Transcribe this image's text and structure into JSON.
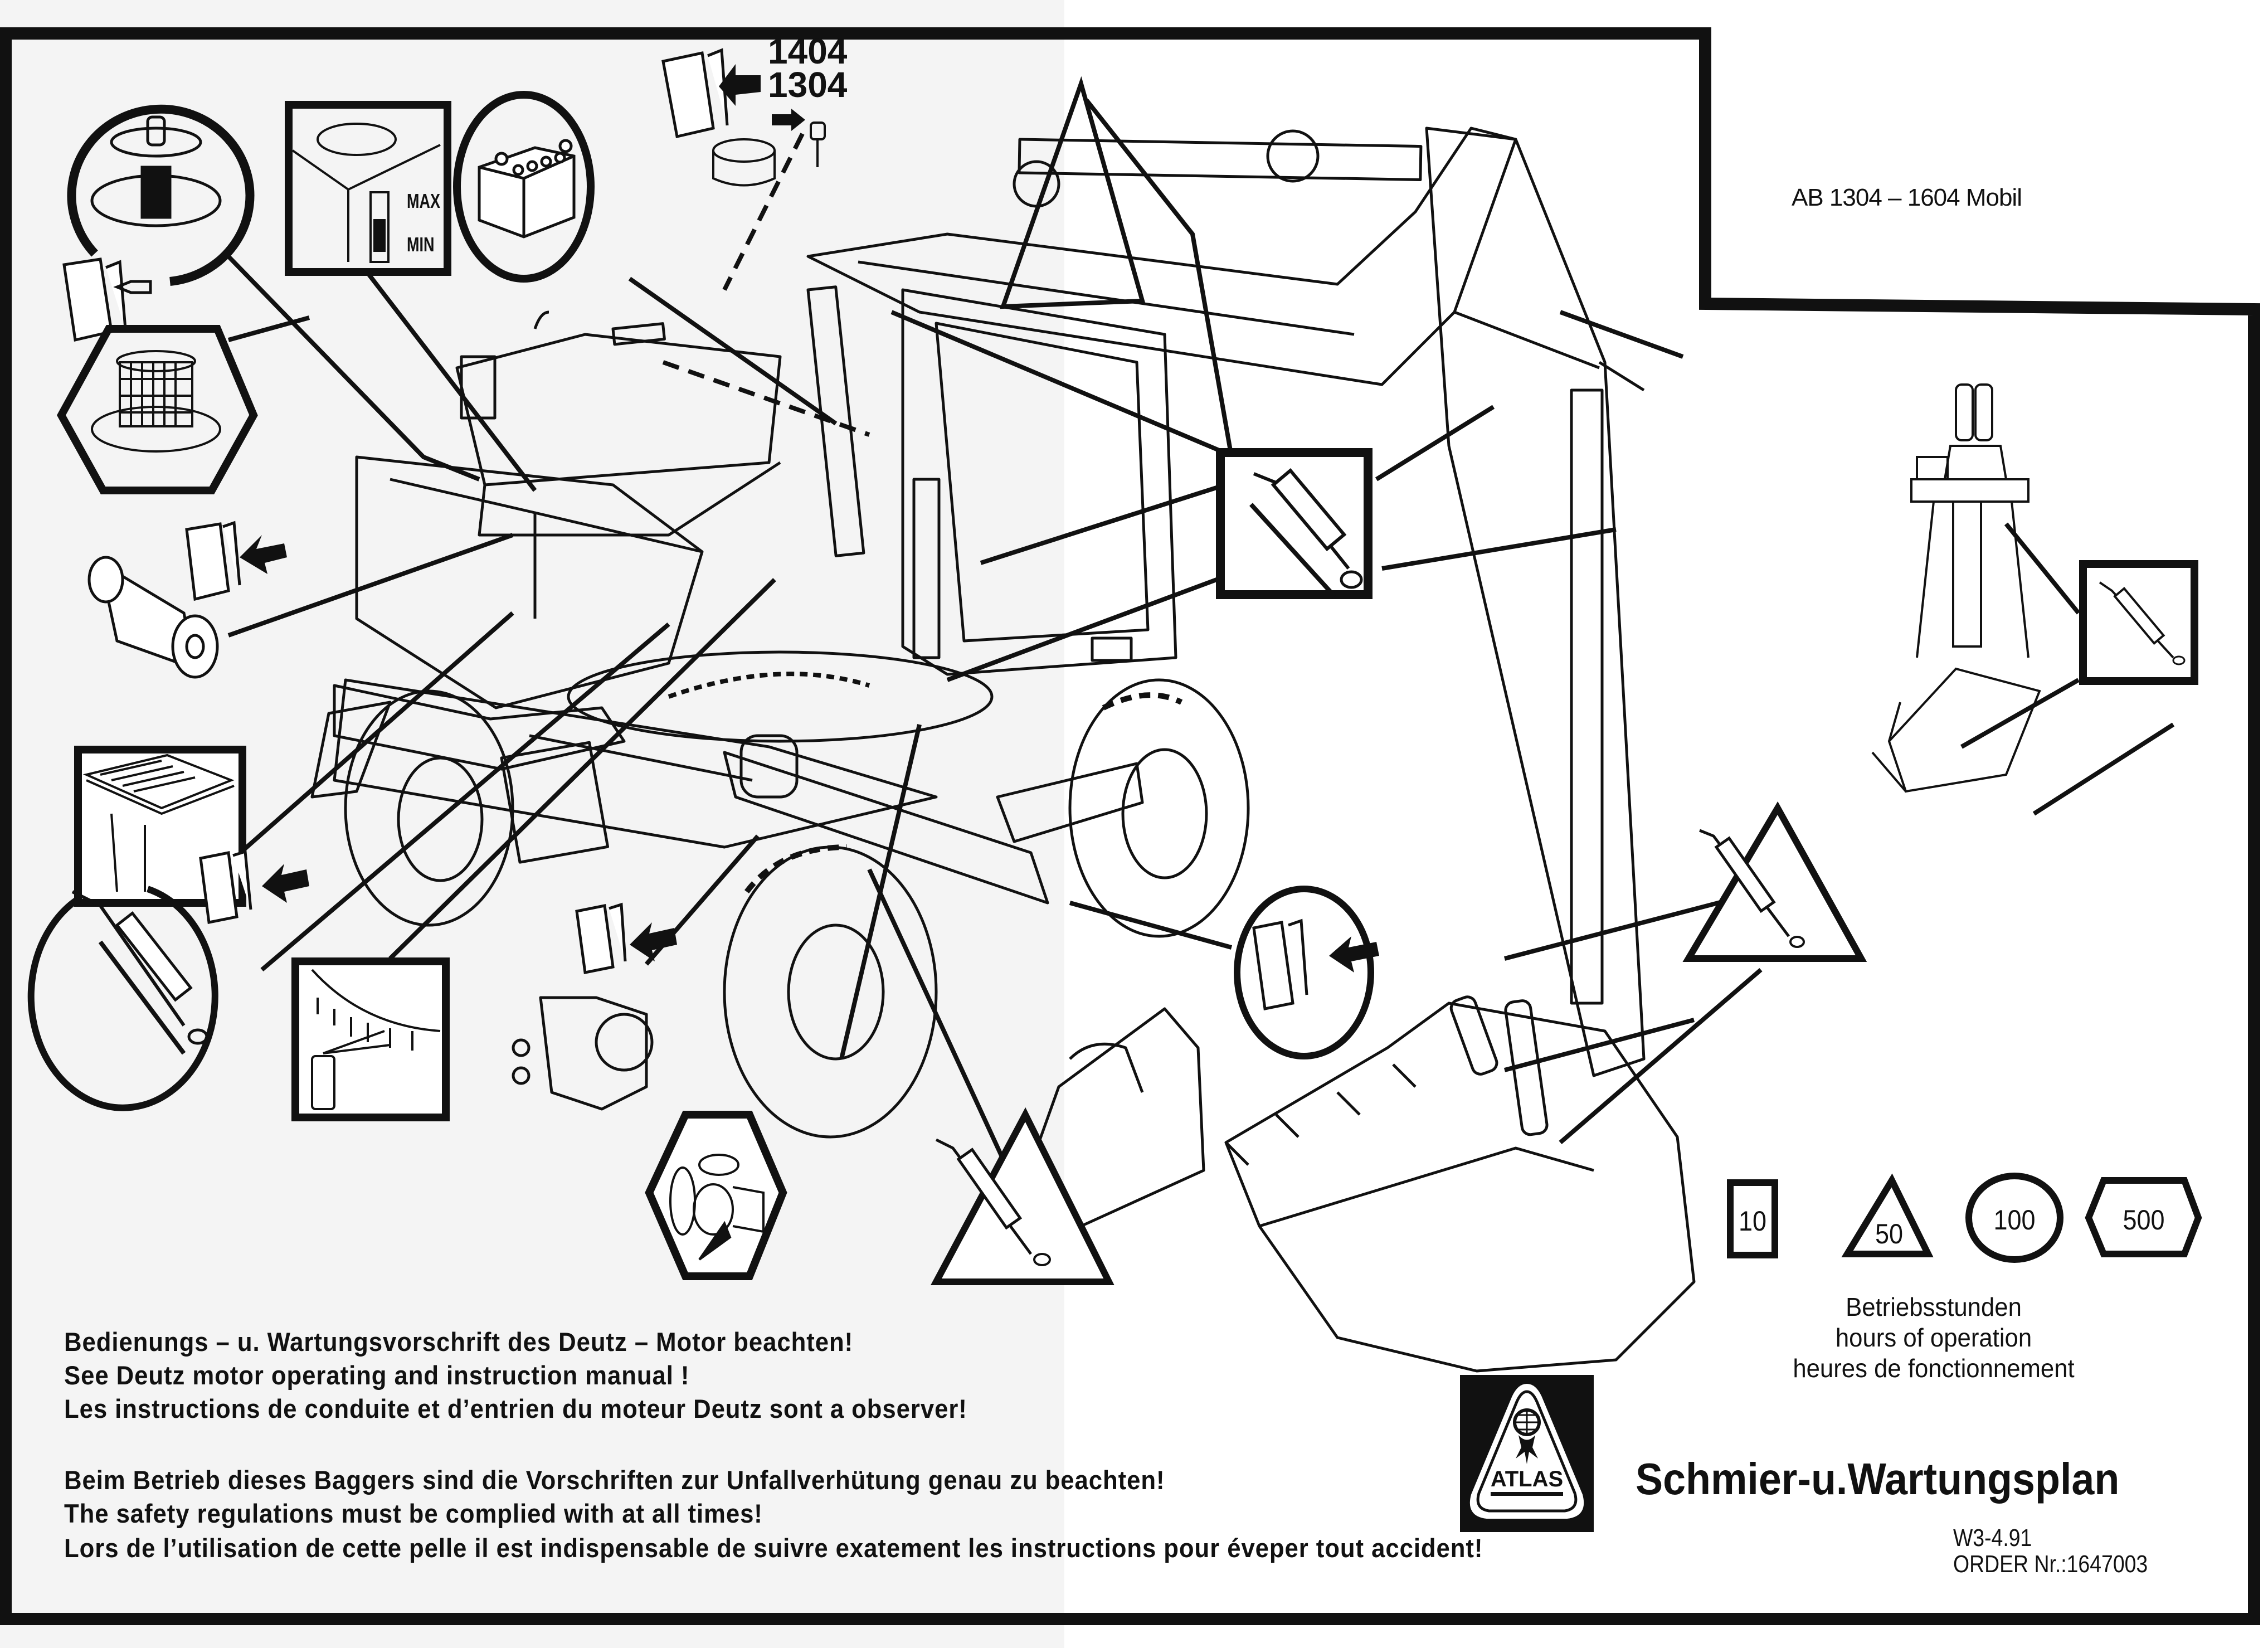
{
  "document": {
    "model_title": "AB 1304 – 1604 Mobil",
    "variant_labels": [
      "1404",
      "1304"
    ],
    "oil_level_labels": {
      "max": "MAX",
      "min": "MIN"
    },
    "callout_icons": [
      "air-filter-element-icon",
      "fuel-filter-screen-icon",
      "hydraulic-tank-level-icon",
      "battery-icon",
      "manual-reference-icon",
      "grease-gun-icon",
      "radiator-cleaning-icon",
      "slewing-ring-spray-icon",
      "universal-joint-icon",
      "alternator-icon",
      "clamshell-grab-icon"
    ],
    "intervals": {
      "symbols": [
        {
          "shape": "square",
          "hours": "10"
        },
        {
          "shape": "triangle",
          "hours": "50"
        },
        {
          "shape": "circle",
          "hours": "100"
        },
        {
          "shape": "hexagon",
          "hours": "500"
        }
      ],
      "caption_de": "Betriebsstunden",
      "caption_en": "hours of operation",
      "caption_fr": "heures de fonctionnement"
    },
    "notes": {
      "deutz_de": "Bedienungs – u. Wartungsvorschrift des Deutz – Motor beachten!",
      "deutz_en": "See Deutz motor operating and instruction manual !",
      "deutz_fr": "Les instructions de conduite et d’entrien du moteur Deutz sont a observer!",
      "safety_de": "Beim Betrieb dieses Baggers sind die Vorschriften zur Unfallverhütung genau zu beachten!",
      "safety_en": "The safety regulations must be complied with at all times!",
      "safety_fr": "Lors de l’utilisation de cette pelle il est indispensable de suivre exatement les instructions pour éveper tout accident!"
    },
    "brand": {
      "logo_text": "ATLAS",
      "colors": {
        "ink": "#111111",
        "paper": "#ffffff"
      }
    },
    "plan_title": "Schmier-u.Wartungsplan",
    "doc_code": "W3-4.91",
    "order_number": "ORDER Nr.:1647003"
  }
}
